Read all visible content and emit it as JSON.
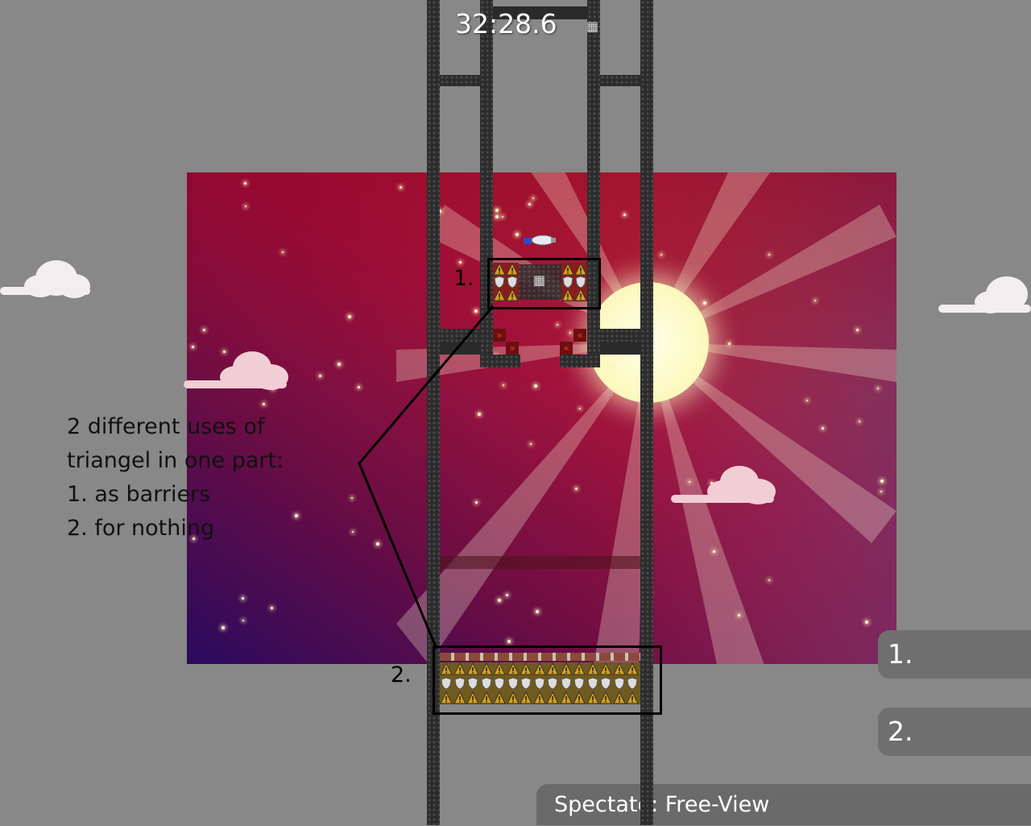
{
  "hud": {
    "timer": "32:28.6",
    "spectate_mode": "Spectate: Free-View"
  },
  "annotation": {
    "lines": [
      "2 different uses of",
      "triangel in one part:",
      "1. as barriers",
      "2. for nothing"
    ],
    "marker_1": "1.",
    "marker_2": "2."
  },
  "side_panels": [
    {
      "label": "1."
    },
    {
      "label": "2."
    }
  ],
  "colors": {
    "background": "#888888",
    "wall": "#2c2c2c",
    "sun": "#fcf9c2",
    "hazard": "#d4a017",
    "shield": "#dddddd"
  },
  "icons": {
    "warning": "warning-triangle-icon",
    "shield": "shield-icon",
    "player": "player-ship-icon",
    "cloud": "cloud-icon"
  }
}
